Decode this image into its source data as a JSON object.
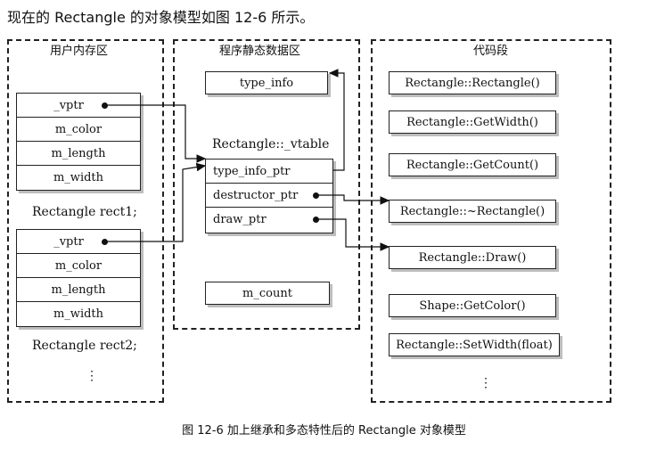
{
  "heading": "现在的 Rectangle 的对象模型如图 12-6 所示。",
  "caption": "图 12-6   加上继承和多态特性后的 Rectangle 对象模型",
  "regions": {
    "user_memory": {
      "title": "用户内存区"
    },
    "static_data": {
      "title": "程序静态数据区"
    },
    "code_segment": {
      "title": "代码段"
    }
  },
  "user_memory": {
    "rect1": {
      "fields": [
        "_vptr",
        "m_color",
        "m_length",
        "m_width"
      ],
      "label": "Rectangle rect1;"
    },
    "rect2": {
      "fields": [
        "_vptr",
        "m_color",
        "m_length",
        "m_width"
      ],
      "label": "Rectangle rect2;"
    },
    "ellipsis": "⋮"
  },
  "static_data": {
    "type_info": "type_info",
    "vtable_label": "Rectangle::_vtable",
    "vtable_entries": [
      "type_info_ptr",
      "destructor_ptr",
      "draw_ptr"
    ],
    "m_count": "m_count"
  },
  "code_segment": {
    "functions": [
      "Rectangle::Rectangle()",
      "Rectangle::GetWidth()",
      "Rectangle::GetCount()",
      "Rectangle::~Rectangle()",
      "Rectangle::Draw()",
      "Shape::GetColor()",
      "Rectangle::SetWidth(float)"
    ],
    "ellipsis": "⋮"
  }
}
